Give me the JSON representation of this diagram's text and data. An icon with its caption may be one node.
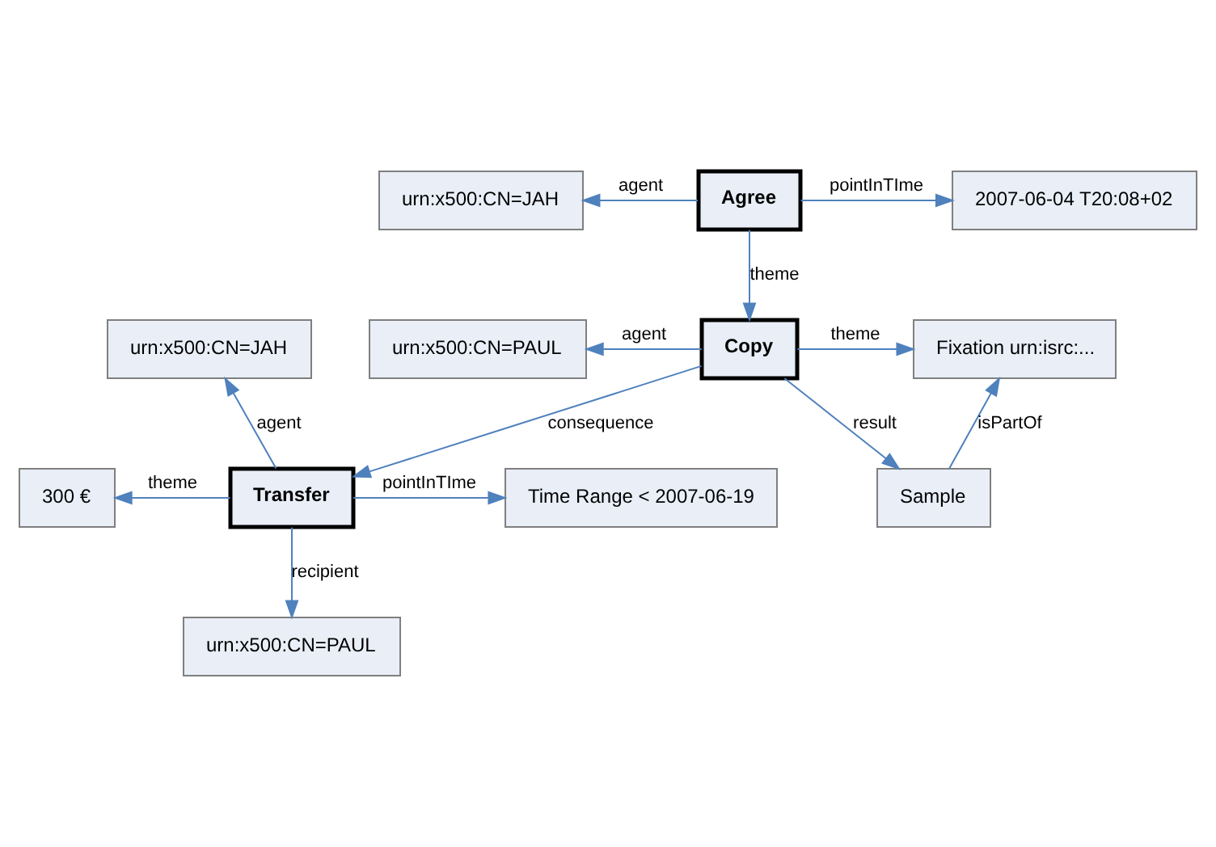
{
  "diagram": {
    "nodes": [
      {
        "text": [
          "Agree"
        ]
      },
      {
        "text": [
          "urn:x500:CN=JAH"
        ]
      },
      {
        "text": [
          "2007-06-04 T20:08+02"
        ]
      },
      {
        "text": [
          "Copy"
        ]
      },
      {
        "text": [
          "urn:x500:CN=PAUL"
        ]
      },
      {
        "text": [
          "Fixation urn:isrc:..."
        ]
      },
      {
        "text": [
          "Sample"
        ]
      },
      {
        "text": [
          "Transfer"
        ]
      },
      {
        "text": [
          "300 €"
        ]
      },
      {
        "text": [
          "Time Range < 2007-06-19"
        ]
      },
      {
        "text": [
          "urn:x500:CN=JAH"
        ]
      },
      {
        "text": [
          "urn:x500:CN=PAUL"
        ]
      }
    ],
    "edges": [
      {
        "from": 0,
        "to": 1,
        "arrow": "to",
        "label": "agent"
      },
      {
        "from": 0,
        "to": 2,
        "arrow": "to",
        "label": "pointInTIme"
      },
      {
        "from": 0,
        "to": 3,
        "arrow": "to",
        "label": "theme"
      },
      {
        "from": 3,
        "to": 4,
        "arrow": "to",
        "label": "agent"
      },
      {
        "from": 3,
        "to": 5,
        "arrow": "to",
        "label": "theme"
      },
      {
        "from": 3,
        "to": 6,
        "arrow": "to",
        "label": "result"
      },
      {
        "from": 6,
        "to": 5,
        "arrow": "to",
        "label": "isPartOf"
      },
      {
        "from": 3,
        "to": 7,
        "arrow": "to",
        "label": "consequence"
      },
      {
        "from": 7,
        "to": 8,
        "arrow": "to",
        "label": "theme"
      },
      {
        "from": 7,
        "to": 9,
        "arrow": "to",
        "label": "pointInTIme"
      },
      {
        "from": 7,
        "to": 10,
        "arrow": "to",
        "label": "agent"
      },
      {
        "from": 7,
        "to": 11,
        "arrow": "to",
        "label": "recipient"
      }
    ]
  }
}
